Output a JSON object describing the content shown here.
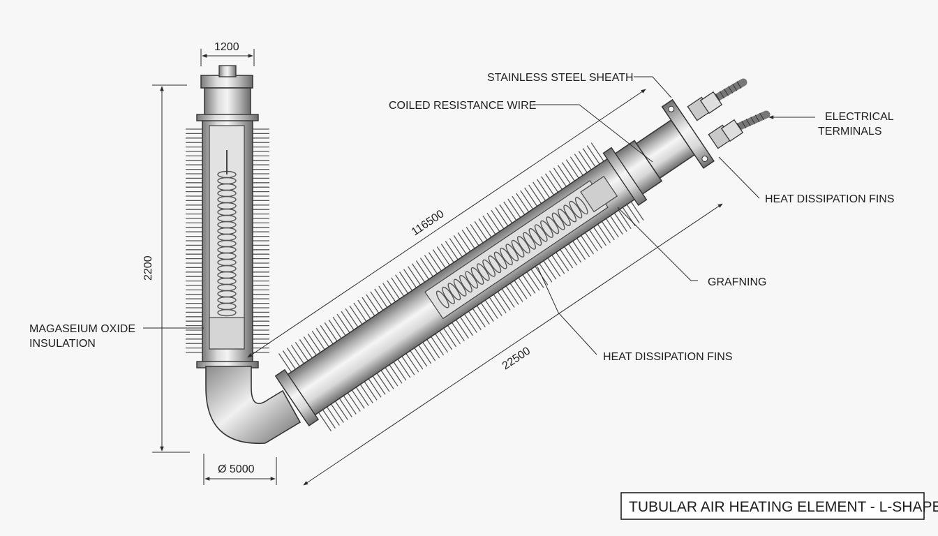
{
  "labels": {
    "stainless_steel_sheath": "STAINLESS STEEL SHEATH",
    "coiled_resistance_wire": "COILED RESISTANCE WIRE",
    "electrical_terminals_line1": "ELECTRICAL",
    "electrical_terminals_line2": "TERMINALS",
    "heat_dissipation_fins_right": "HEAT DISSIPATION FINS",
    "grafning": "GRAFNING",
    "heat_dissipation_fins_center": "HEAT DISSIPATION FINS",
    "magnesium_oxide_line1": "MAGASEIUM OXIDE",
    "magnesium_oxide_line2": "INSULATION"
  },
  "dimensions": {
    "top_width": "1200",
    "vertical_height": "2200",
    "diagonal_upper": "116500",
    "diagonal_lower": "22500",
    "bend_diameter": "Ø 5000"
  },
  "title": "TUBULAR AIR HEATING ELEMENT - L-SHAPE",
  "colors": {
    "background": "#f7f7f7",
    "line": "#2a2a2a",
    "metal_dark": "#6f6f6f",
    "metal_light": "#f2f2f2"
  }
}
